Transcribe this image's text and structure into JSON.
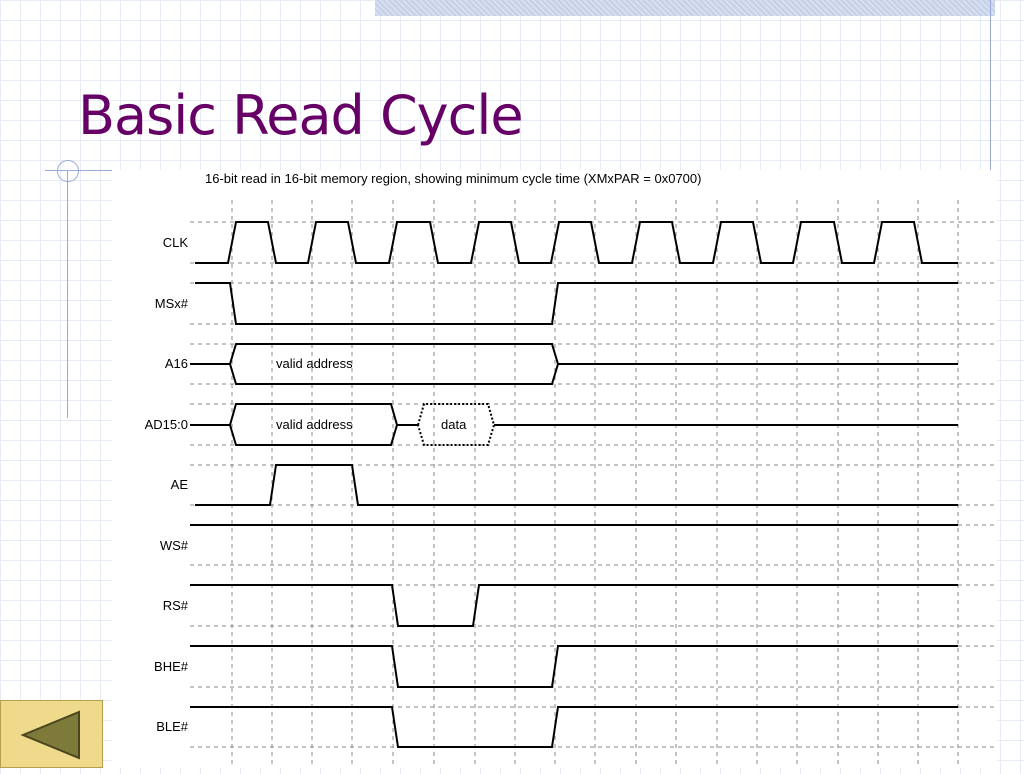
{
  "slide": {
    "title": "Basic Read Cycle",
    "caption": "16-bit read in 16-bit memory region, showing minimum cycle time (XMxPAR = 0x0700)"
  },
  "signals": {
    "clk": "CLK",
    "msx": "MSx#",
    "a16": "A16",
    "ad15": "AD15:0",
    "ae": "AE",
    "ws": "WS#",
    "rs": "RS#",
    "bhe": "BHE#",
    "ble": "BLE#"
  },
  "bus_values": {
    "a16_valid": "valid address",
    "ad_valid": "valid address",
    "ad_data": "data"
  },
  "navigation": {
    "back_icon": "triangle-left-icon"
  },
  "colors": {
    "title": "#660066",
    "nav_button": "#efd98a",
    "nav_arrow": "#7d7a3a"
  }
}
